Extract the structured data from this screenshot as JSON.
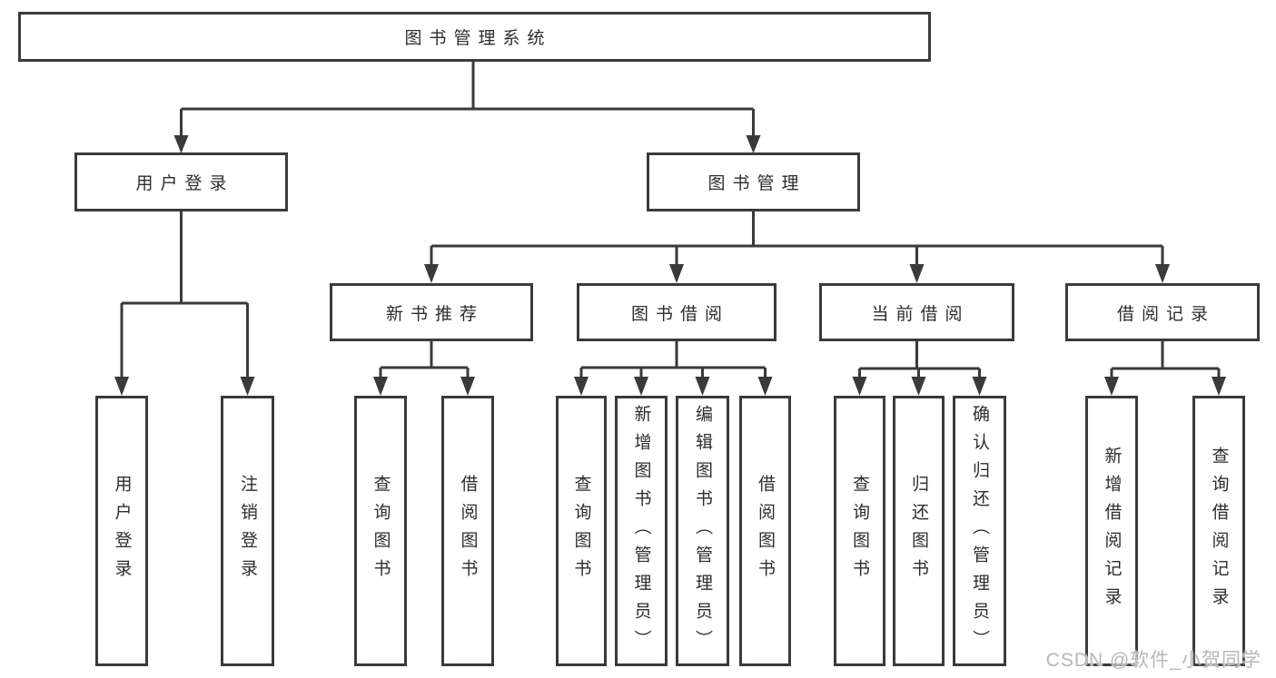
{
  "nodes": {
    "root": "图书管理系统",
    "user_login": "用户登录",
    "book_management": "图书管理",
    "new_book_recommend": "新书推荐",
    "book_borrow": "图书借阅",
    "current_borrow": "当前借阅",
    "borrow_record": "借阅记录",
    "user_login_leaf": "用户登录",
    "logout_leaf": "注销登录",
    "nbr_query_book": "查询图书",
    "nbr_borrow_book": "借阅图书",
    "bb_query_book": "查询图书",
    "bb_add_book": "新增图书（管理员）",
    "bb_edit_book": "编辑图书（管理员）",
    "bb_borrow_book": "借阅图书",
    "cb_query_book": "查询图书",
    "cb_return_book": "归还图书",
    "cb_confirm_return": "确认归还（管理员）",
    "br_add_record": "新增借阅记录",
    "br_query_record": "查询借阅记录"
  },
  "watermark": "CSDN @软件_小贺同学",
  "colors": {
    "line": "#3a3a3a",
    "text": "#2d2d2d",
    "watermark": "#b7b7b7",
    "background": "#ffffff"
  }
}
